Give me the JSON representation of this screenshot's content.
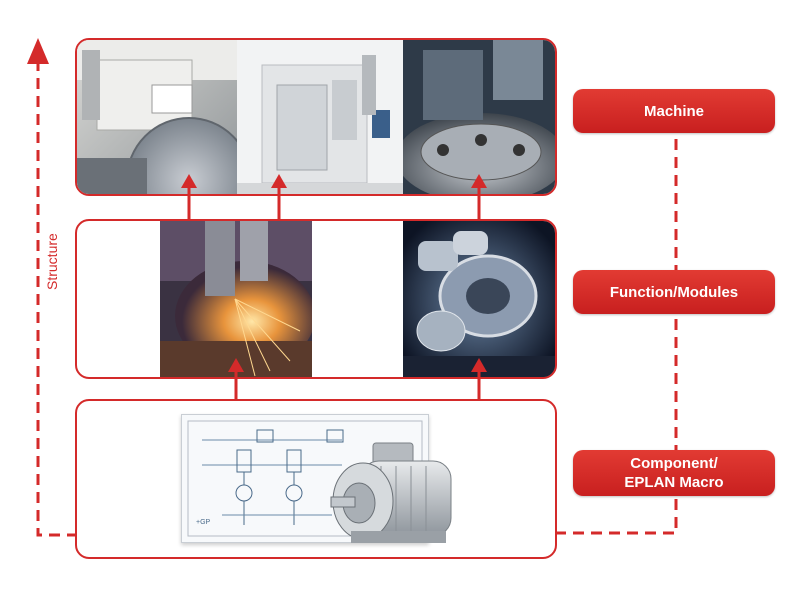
{
  "diagram": {
    "axis_label": "Structure",
    "levels": [
      {
        "label_line1": "Machine",
        "label_line2": ""
      },
      {
        "label_line1": "Function/Modules",
        "label_line2": ""
      },
      {
        "label_line1": "Component/",
        "label_line2": "EPLAN Macro"
      }
    ],
    "schematic_caption": "+GP",
    "accent_color": "#d42a2a"
  }
}
